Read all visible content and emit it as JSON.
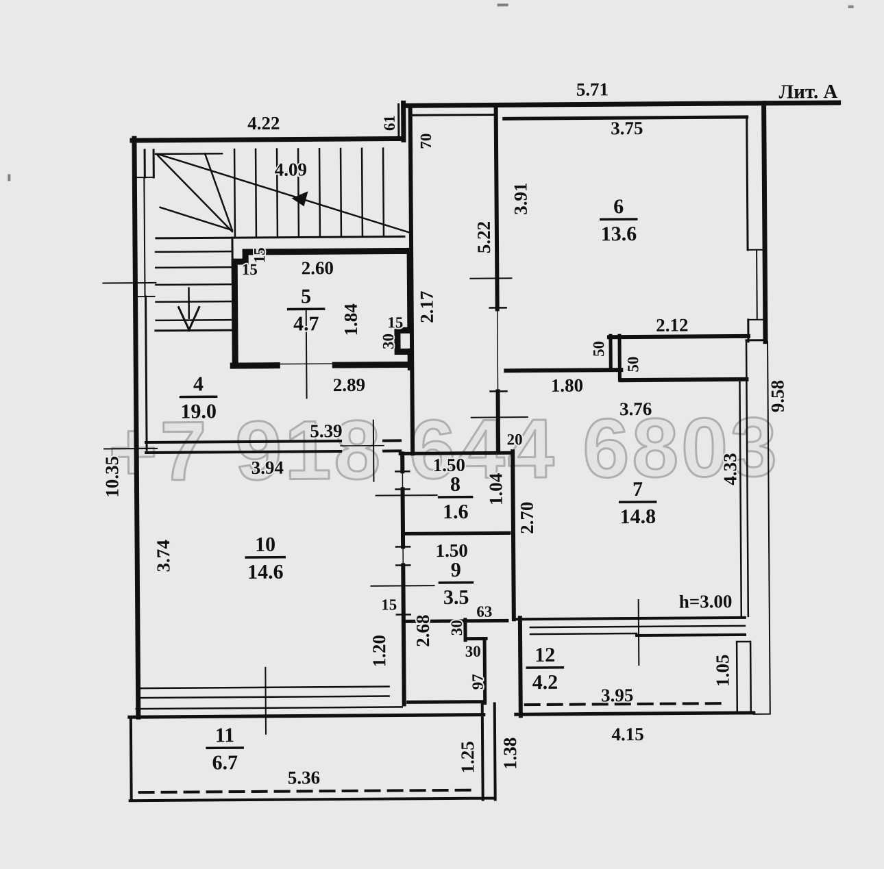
{
  "plan": {
    "litera": "Лит. А",
    "watermark": "+7 918 644 6803",
    "height_note": "h=3.00"
  },
  "rooms": {
    "r4": {
      "num": "4",
      "area": "19.0"
    },
    "r5": {
      "num": "5",
      "area": "4.7"
    },
    "r6": {
      "num": "6",
      "area": "13.6"
    },
    "r7": {
      "num": "7",
      "area": "14.8"
    },
    "r8": {
      "num": "8",
      "area": "1.6"
    },
    "r9": {
      "num": "9",
      "area": "3.5"
    },
    "r10": {
      "num": "10",
      "area": "14.6"
    },
    "r11": {
      "num": "11",
      "area": "6.7"
    },
    "r12": {
      "num": "12",
      "area": "4.2"
    }
  },
  "dims": {
    "top_width": "5.71",
    "stair_top": "4.22",
    "stair_run": "4.09",
    "step_61": "61",
    "step_70": "70",
    "r6_top": "3.75",
    "r6_left": "3.91",
    "corridor": "5.22",
    "corridor_low": "2.17",
    "r5_top": "2.60",
    "r5_inner": "1.84",
    "n15a": "15",
    "n15b": "15",
    "n15c": "15",
    "n30a": "30",
    "r5_bottom": "2.89",
    "r6_bot_right": "2.12",
    "n50a": "50",
    "n50b": "50",
    "r6_bot_left": "1.80",
    "r7_top": "3.76",
    "right_height": "9.58",
    "left_height": "10.35",
    "r4_bottom": "5.39",
    "r10_top": "3.94",
    "n20": "20",
    "r8_width": "1.50",
    "r8_depth": "1.04",
    "hall_height": "2.70",
    "r7_right": "4.33",
    "r10_left": "3.74",
    "r9_width": "1.50",
    "n15d": "15",
    "n63": "63",
    "n30b": "30",
    "n30c": "30",
    "r9_left": "2.68",
    "n120": "1.20",
    "n97": "97",
    "r12_top": "3.95",
    "r12_right": "1.05",
    "r12_bottom": "4.15",
    "r11_bottom": "5.36",
    "r11_right": "1.25",
    "n138": "1.38"
  }
}
